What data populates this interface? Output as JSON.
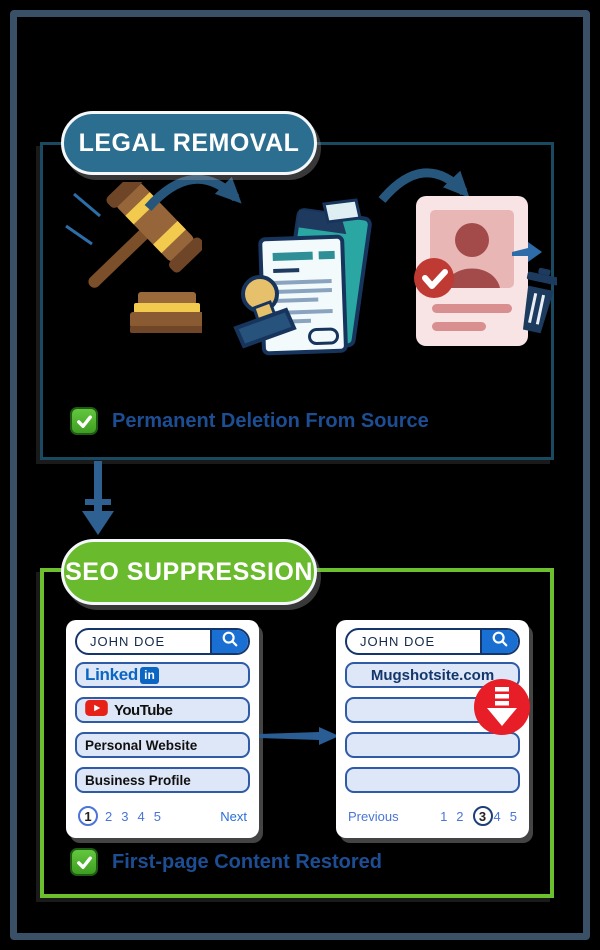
{
  "colors": {
    "legal_accent": "#2b6e8f",
    "legal_box_border": "#1a4a62",
    "seo_accent": "#69ba2c",
    "seo_box_border": "#6cbf2e",
    "caption_text": "#1d4e93",
    "checkbox_green": "#4daf2f",
    "search_button_blue": "#1a70d2",
    "result_row_fill": "#dde7f8",
    "result_row_border": "#2f5ba6",
    "push_down_red": "#e71d28",
    "flow_arrow_blue": "#27567c",
    "linkedin_blue": "#0a66c2",
    "youtube_red": "#e62117"
  },
  "icons": {
    "legal_flow": [
      "gavel-icon",
      "stamped-document-icon",
      "profile-removed-icon",
      "trash-icon"
    ],
    "misc": [
      "checkmark-icon",
      "search-icon",
      "push-down-icon",
      "youtube-play-icon",
      "linkedin-badge-icon",
      "curved-arrow-icon",
      "down-arrow-icon",
      "right-arrow-icon"
    ]
  },
  "legal_section": {
    "title": "LEGAL REMOVAL",
    "caption": "Permanent Deletion From Source"
  },
  "seo_section": {
    "title": "SEO SUPPRESSION",
    "caption": "First-page Content Restored",
    "before_card": {
      "search_value": "JOHN DOE",
      "results": {
        "linkedin_word": "Linked",
        "linkedin_badge": "in",
        "youtube_label": "YouTube",
        "row3": "Personal Website",
        "row4": "Business Profile"
      },
      "pagination": {
        "pages": [
          "1",
          "2",
          "3",
          "4",
          "5"
        ],
        "current": "1",
        "next_label": "Next"
      }
    },
    "after_card": {
      "search_value": "JOHN DOE",
      "suppressed_result": "Mugshotsite.com",
      "pagination": {
        "pages": [
          "1",
          "2",
          "3",
          "4",
          "5"
        ],
        "current": "3",
        "previous_label": "Previous"
      }
    }
  }
}
